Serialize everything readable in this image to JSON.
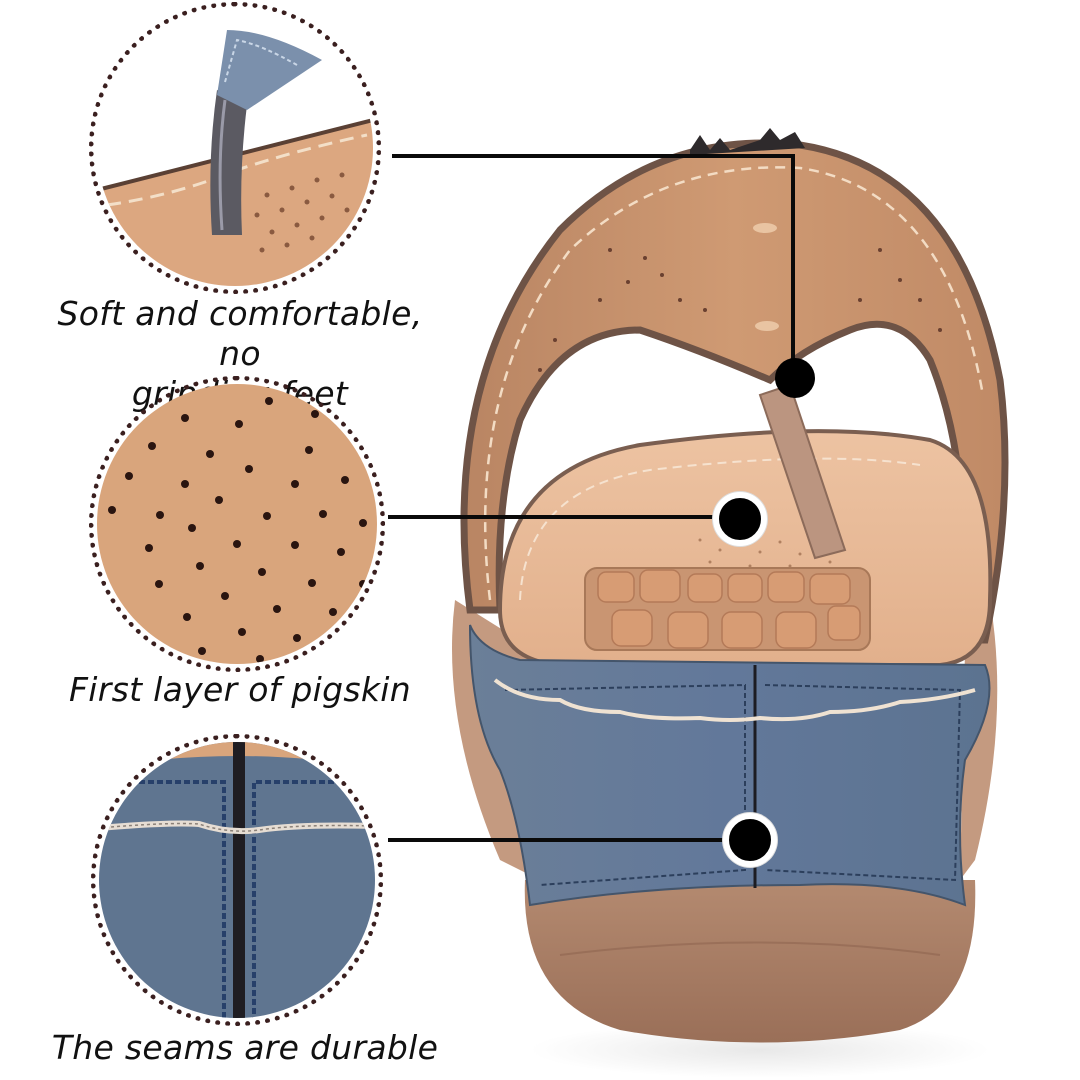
{
  "callouts": [
    {
      "id": "toe-post",
      "caption_line1": "Soft and comfortable, no",
      "caption_line2": "grinding feet",
      "detail": "thong-toe-post-closeup"
    },
    {
      "id": "insole",
      "caption_line1": "First layer of pigskin",
      "detail": "perforated-insole-closeup"
    },
    {
      "id": "seams",
      "caption_line1": "The seams are durable",
      "detail": "heel-seam-stitching-closeup"
    }
  ],
  "colors": {
    "leather_blue": "#5f7590",
    "insole_tan": "#d9a57c",
    "sole_brown": "#a57a62",
    "ring_dots": "#3a1f1f",
    "stitch_cream": "#efe2d2"
  }
}
